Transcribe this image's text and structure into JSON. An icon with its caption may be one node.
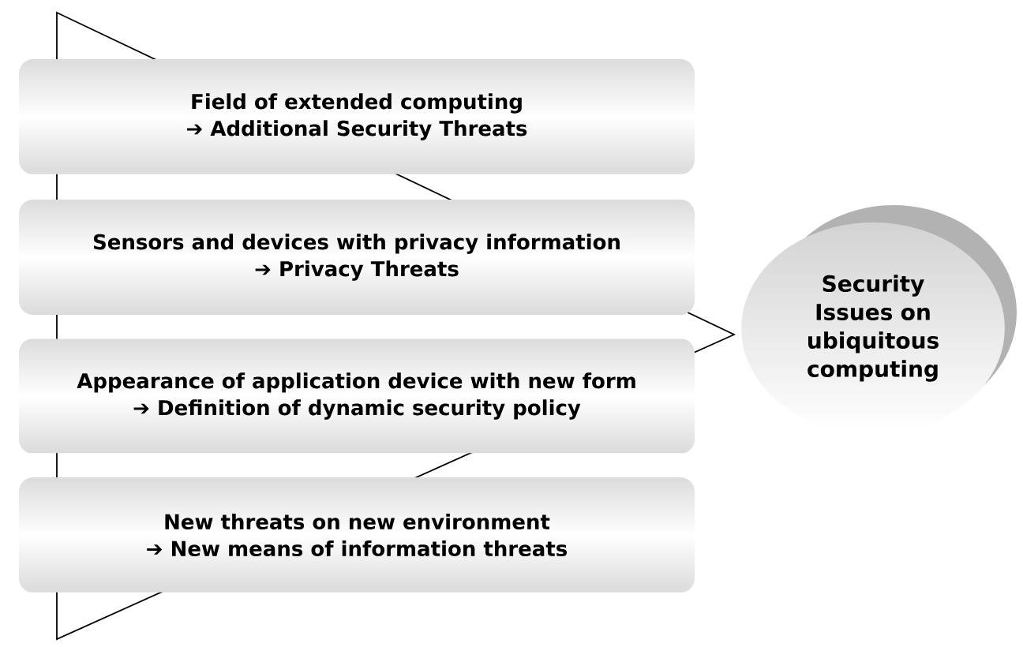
{
  "diagram": {
    "nodes": [
      {
        "text": [
          "Field of extended computing",
          "➔ Additional Security Threats"
        ]
      },
      {
        "text": [
          "Sensors and devices with privacy information",
          "➔ Privacy Threats"
        ]
      },
      {
        "text": [
          "Appearance of application device with new form",
          "➔ Definition of dynamic security policy"
        ]
      },
      {
        "text": [
          "New threats on new environment",
          "➔ New means of information threats"
        ]
      },
      {
        "text": [
          "Security Issues on ubiquitous computing"
        ]
      }
    ]
  }
}
